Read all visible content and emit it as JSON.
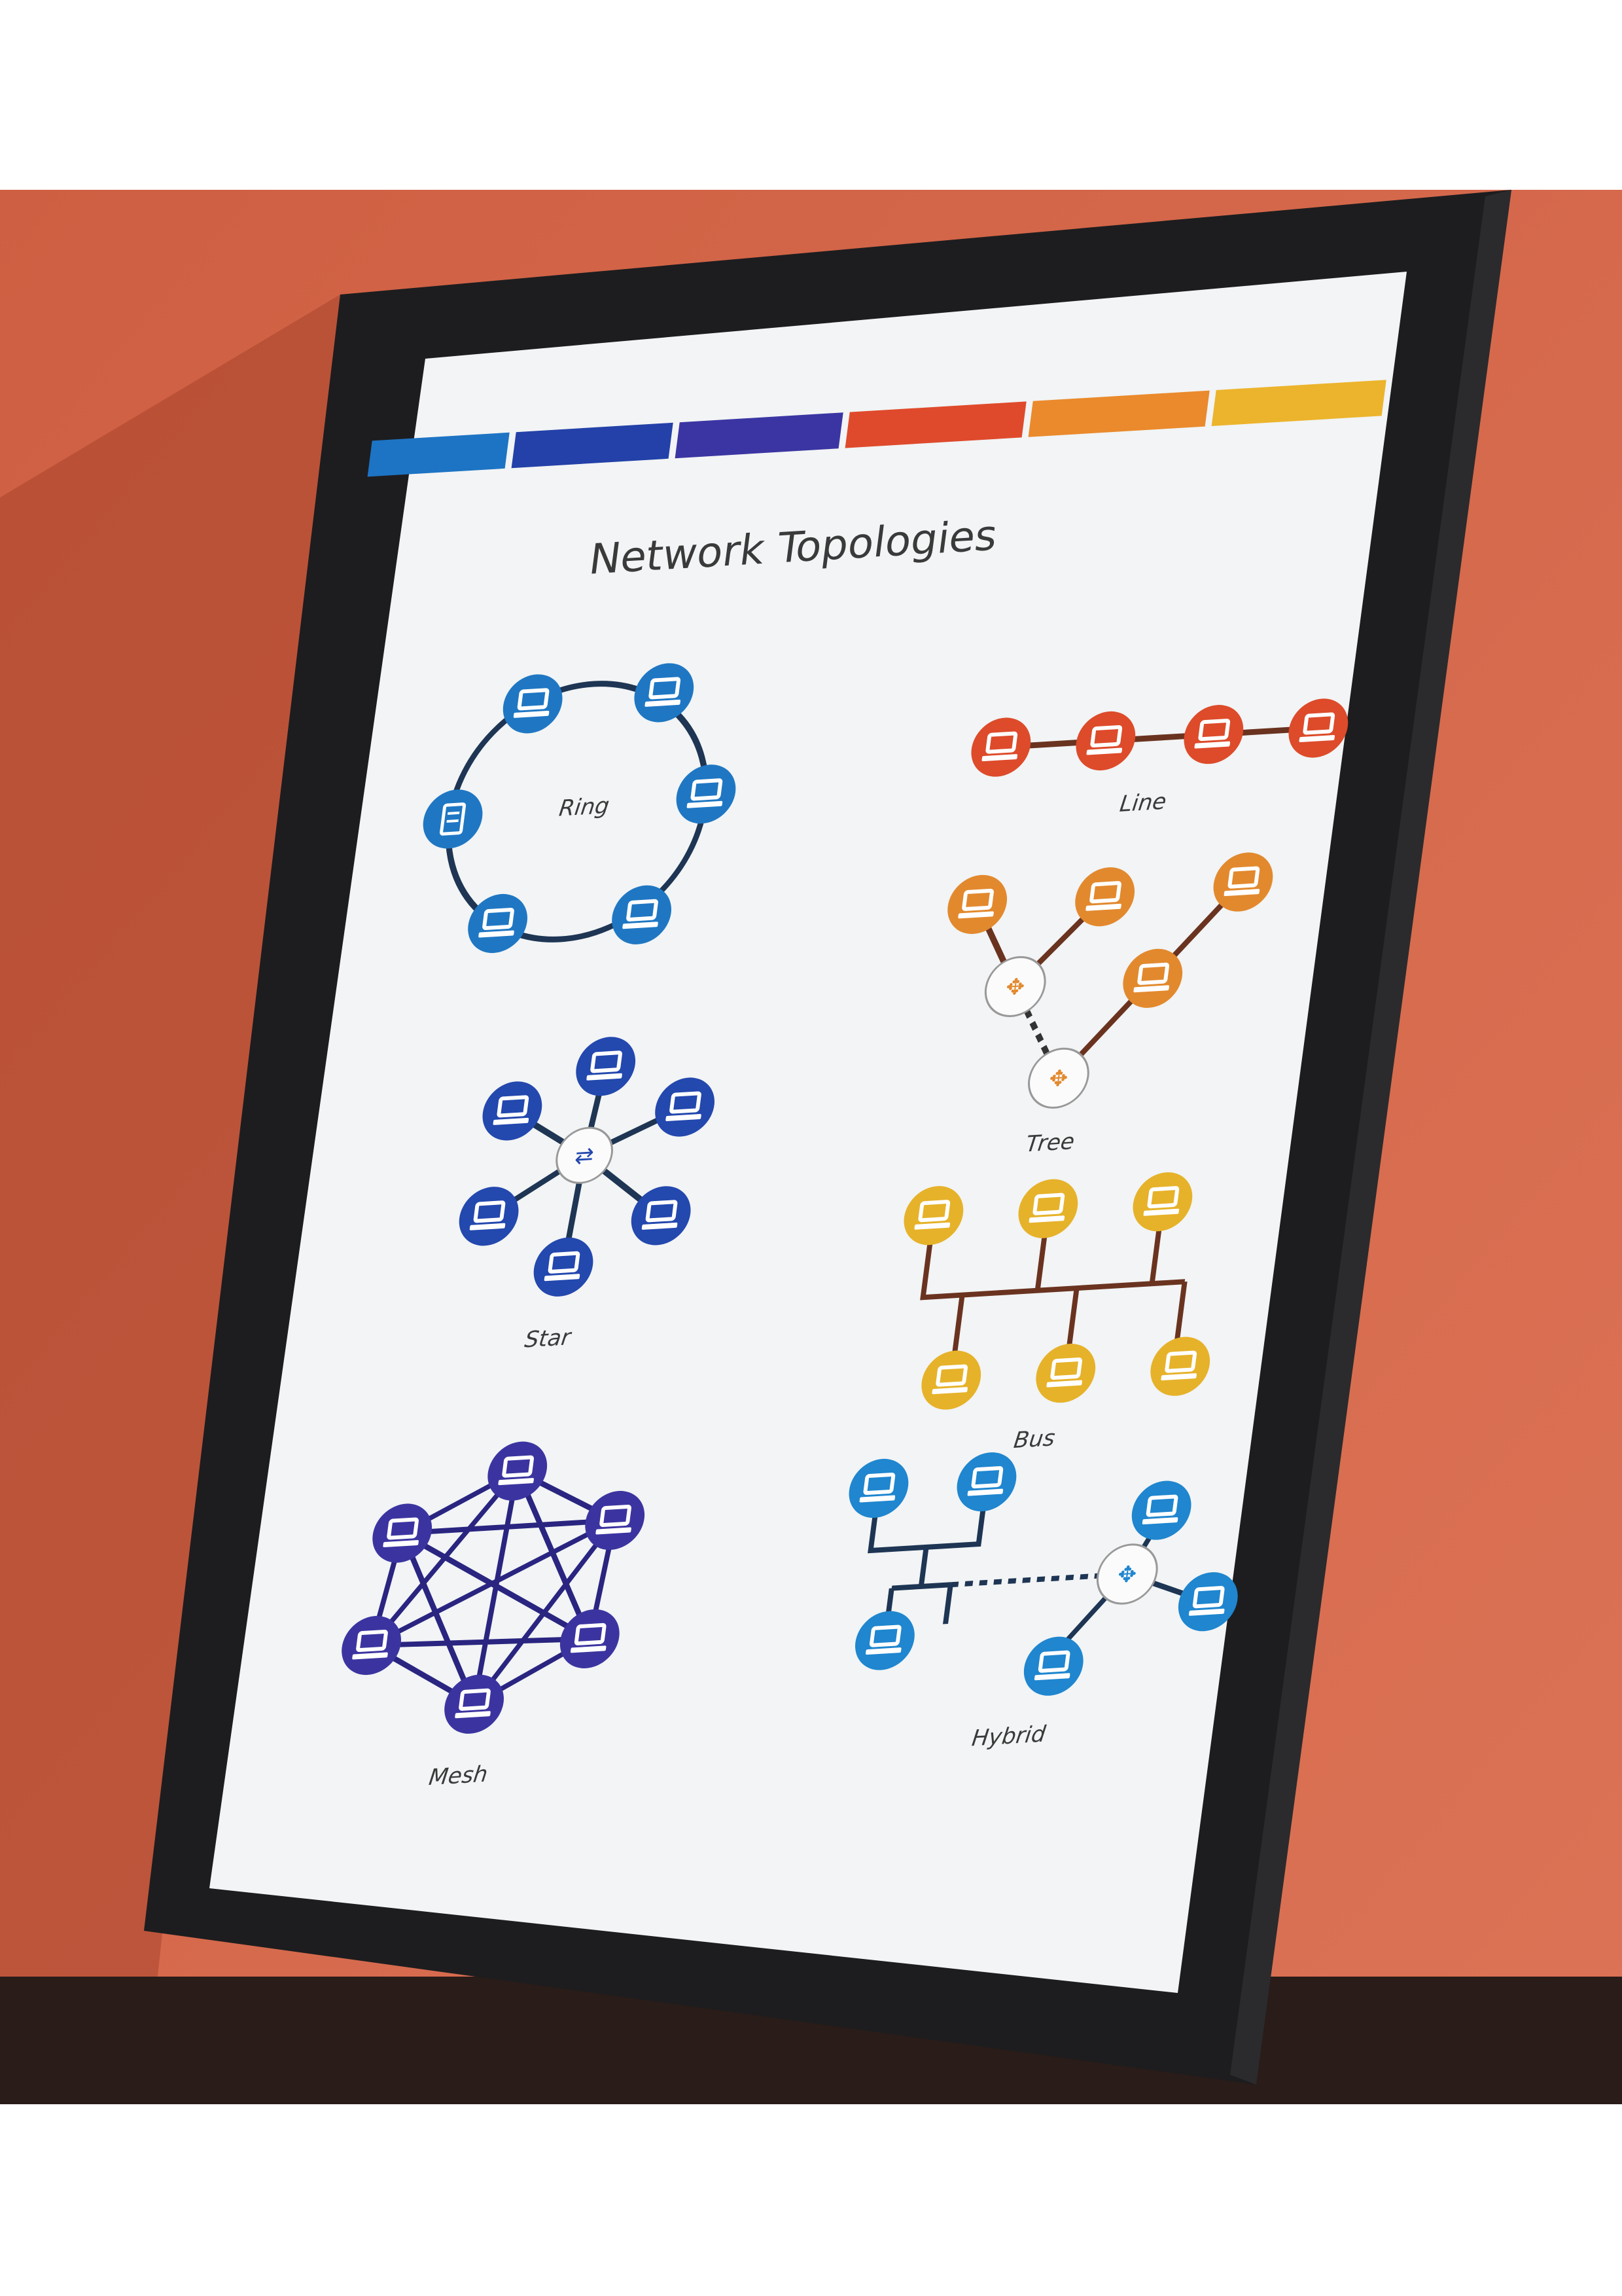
{
  "poster": {
    "title": "Network Topologies",
    "stripe_colors": [
      "#1d74c4",
      "#2341a8",
      "#3b35a3",
      "#df4a2c",
      "#ea8a2c",
      "#ecb42c"
    ]
  },
  "colors": {
    "wall": "#d4674a",
    "frame": "#1d1d1f",
    "paper": "#f2f4f5"
  },
  "topologies": {
    "ring": {
      "label": "Ring",
      "color": "#1f77c3",
      "icon": "computer-icon"
    },
    "line": {
      "label": "Line",
      "color": "#dd4b2a",
      "icon": "computer-icon"
    },
    "tree": {
      "label": "Tree",
      "color": "#e2892e",
      "icon": "computer-icon"
    },
    "star": {
      "label": "Star",
      "color": "#2348ae",
      "icon": "computer-icon"
    },
    "bus": {
      "label": "Bus",
      "color": "#e6b22a",
      "icon": "computer-icon"
    },
    "mesh": {
      "label": "Mesh",
      "color": "#3b34a0",
      "icon": "computer-icon"
    },
    "hybrid": {
      "label": "Hybrid",
      "color": "#1f86cf",
      "icon": "computer-icon"
    }
  },
  "hub_icon": "switch-arrows-icon",
  "server_icon": "server-icon"
}
